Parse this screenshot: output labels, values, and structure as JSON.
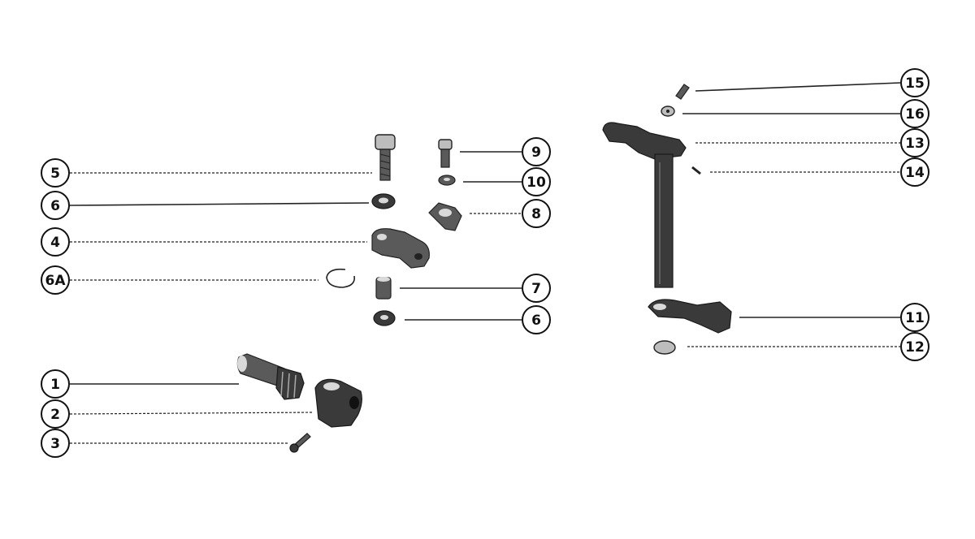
{
  "callouts": {
    "c1": "1",
    "c2": "2",
    "c3": "3",
    "c4": "4",
    "c5": "5",
    "c6a": "6",
    "c6b": "6",
    "c6A": "6A",
    "c7": "7",
    "c8": "8",
    "c9": "9",
    "c10": "10",
    "c11": "11",
    "c12": "12",
    "c13": "13",
    "c14": "14",
    "c15": "15",
    "c16": "16"
  }
}
